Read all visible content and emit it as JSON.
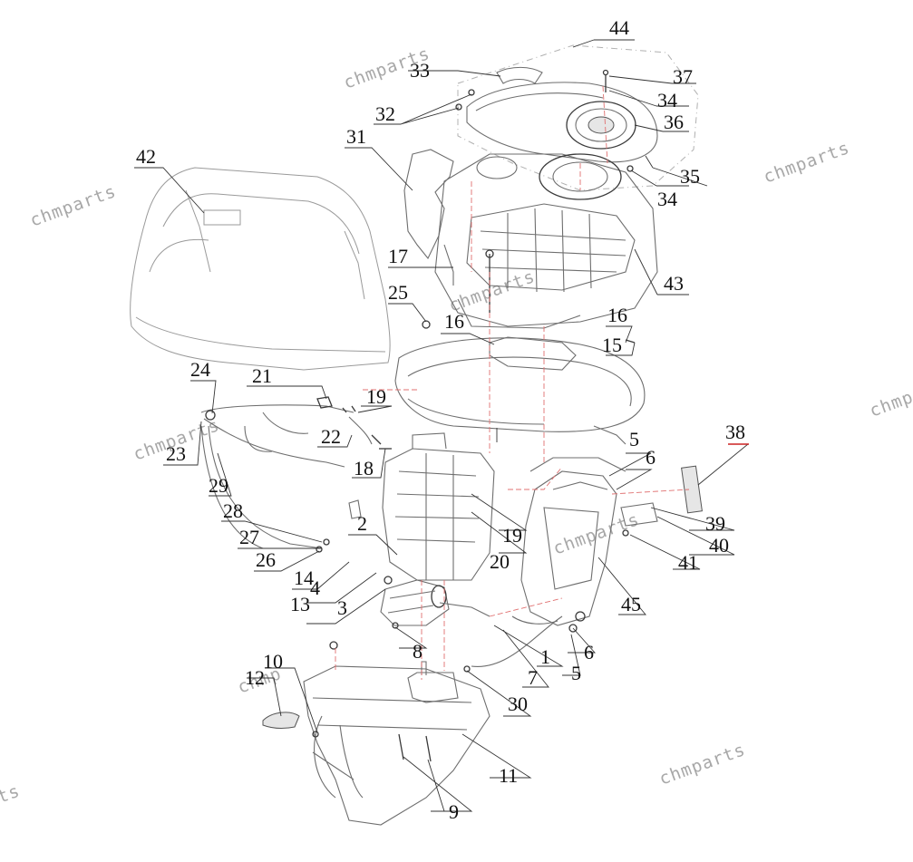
{
  "watermarks": [
    "chmparts",
    "chmparts",
    "chmparts",
    "chmparts",
    "chmparts",
    "chmparts",
    "chmparts",
    "chmp",
    "ts"
  ],
  "callouts": {
    "c1": "1",
    "c2": "2",
    "c3": "3",
    "c4": "4",
    "c5a": "5",
    "c5b": "5",
    "c6a": "6",
    "c6b": "6",
    "c7": "7",
    "c8": "8",
    "c9": "9",
    "c10": "10",
    "c11": "11",
    "c12": "12",
    "c13": "13",
    "c14": "14",
    "c15": "15",
    "c16a": "16",
    "c16b": "16",
    "c17": "17",
    "c18": "18",
    "c19a": "19",
    "c19b": "19",
    "c20": "20",
    "c21": "21",
    "c22": "22",
    "c23": "23",
    "c24": "24",
    "c25": "25",
    "c26": "26",
    "c27": "27",
    "c28": "28",
    "c29": "29",
    "c30": "30",
    "c31": "31",
    "c32": "32",
    "c33": "33",
    "c34a": "34",
    "c34b": "34",
    "c35": "35",
    "c36": "36",
    "c37": "37",
    "c38": "38",
    "c39": "39",
    "c40": "40",
    "c41": "41",
    "c42": "42",
    "c43": "43",
    "c44": "44",
    "c45": "45"
  },
  "colors": {
    "callout_red_accent": "#cc2222",
    "wire_red": "#e07070"
  }
}
